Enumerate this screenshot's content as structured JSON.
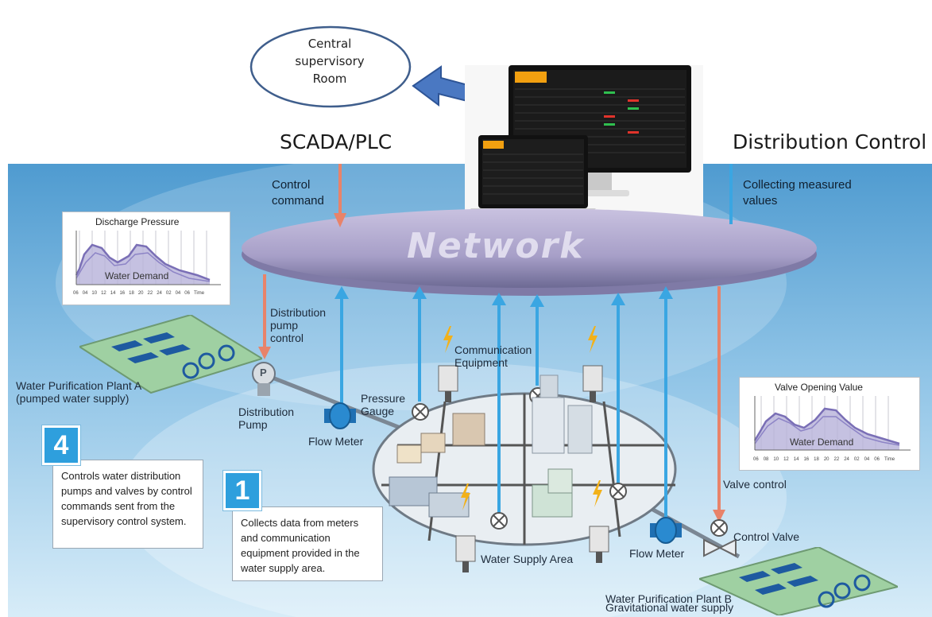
{
  "supervisory": {
    "line1": "Central",
    "line2": "supervisory",
    "line3": "Room"
  },
  "titles": {
    "scada": "SCADA/PLC",
    "distribution": "Distribution Control"
  },
  "network": {
    "label": "Network"
  },
  "arrows": {
    "control_command": "Control command",
    "collecting": "Collecting measured values",
    "distribution_pump_control": "Distribution pump control",
    "valve_control": "Valve control"
  },
  "chart_left": {
    "title": "Discharge Pressure",
    "inner_label": "Water Demand",
    "x_ticks": [
      "06",
      "04",
      "10",
      "12",
      "14",
      "16",
      "18",
      "20",
      "22",
      "24",
      "02",
      "04",
      "06"
    ],
    "x_unit": "Time"
  },
  "chart_right": {
    "title": "Valve Opening Value",
    "inner_label": "Water Demand",
    "x_ticks": [
      "06",
      "08",
      "10",
      "12",
      "14",
      "16",
      "18",
      "20",
      "22",
      "24",
      "02",
      "04",
      "06"
    ],
    "x_unit": "Time"
  },
  "labels": {
    "plant_a_line1": "Water Purification Plant A",
    "plant_a_line2": "(pumped water supply)",
    "distribution_pump": "Distribution Pump",
    "flow_meter_left": "Flow Meter",
    "pressure_gauge": "Pressure Gauge",
    "communication_equipment": "Communication Equipment",
    "water_supply_area": "Water Supply Area",
    "flow_meter_right": "Flow Meter",
    "control_valve": "Control Valve",
    "plant_b_line1": "Water Purification Plant B",
    "plant_b_line2": "Gravitational water supply",
    "pump_symbol": "P"
  },
  "callout4": {
    "number": "4",
    "text": "Controls water distribution pumps and valves by control commands sent from the supervisory control system."
  },
  "callout1": {
    "number": "1",
    "text": "Collects data from meters and communication equipment provided in the water supply area."
  },
  "colors": {
    "background_blue": "#5ea7d6",
    "network_disc": "#a9a2c8",
    "command_arrow": "#e8836a",
    "collect_arrow": "#3aa6e2",
    "callout_number": "#2e9fdd"
  }
}
